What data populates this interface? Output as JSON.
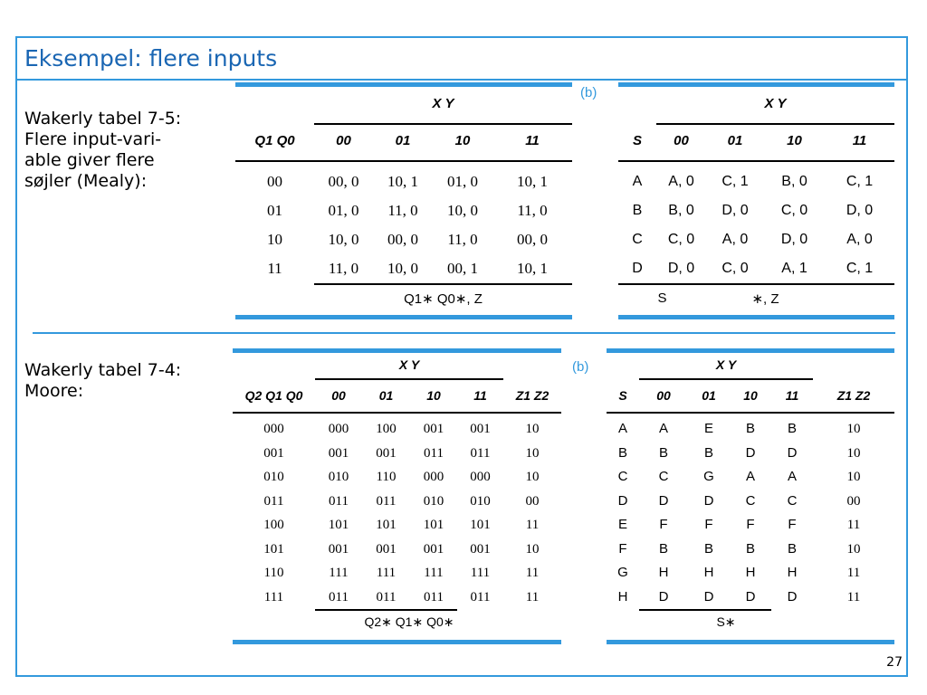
{
  "slide": {
    "title": "Eksempel: flere inputs",
    "page_number": "27",
    "b_label": "(b)"
  },
  "caption1": [
    "Wakerly tabel 7-5:",
    "Flere input-vari-",
    "able giver flere",
    "søjler (Mealy):"
  ],
  "caption2": [
    "Wakerly tabel 7-4:",
    "Moore:"
  ],
  "t1": {
    "group": "X Y",
    "headers": [
      "Q1 Q0",
      "00",
      "01",
      "10",
      "11"
    ],
    "rows": [
      [
        "00",
        "00, 0",
        "10, 1",
        "01, 0",
        "10, 1"
      ],
      [
        "01",
        "01, 0",
        "11, 0",
        "10, 0",
        "11, 0"
      ],
      [
        "10",
        "10, 0",
        "00, 0",
        "11, 0",
        "00, 0"
      ],
      [
        "11",
        "11, 0",
        "10, 0",
        "00, 1",
        "10, 1"
      ]
    ],
    "footer": "Q1∗ Q0∗, Z"
  },
  "t2": {
    "group": "X Y",
    "headers": [
      "S",
      "00",
      "01",
      "10",
      "11"
    ],
    "rows": [
      [
        "A",
        "A, 0",
        "C, 1",
        "B, 0",
        "C, 1"
      ],
      [
        "B",
        "B, 0",
        "D, 0",
        "C, 0",
        "D, 0"
      ],
      [
        "C",
        "C, 0",
        "A, 0",
        "D, 0",
        "A, 0"
      ],
      [
        "D",
        "D, 0",
        "C, 0",
        "A, 1",
        "C, 1"
      ]
    ],
    "footer_s": "S",
    "footer": "∗, Z"
  },
  "t3": {
    "group": "X Y",
    "headers": [
      "Q2 Q1 Q0",
      "00",
      "01",
      "10",
      "11",
      "Z1 Z2"
    ],
    "rows": [
      [
        "000",
        "000",
        "100",
        "001",
        "001",
        "10"
      ],
      [
        "001",
        "001",
        "001",
        "011",
        "011",
        "10"
      ],
      [
        "010",
        "010",
        "110",
        "000",
        "000",
        "10"
      ],
      [
        "011",
        "011",
        "011",
        "010",
        "010",
        "00"
      ],
      [
        "100",
        "101",
        "101",
        "101",
        "101",
        "11"
      ],
      [
        "101",
        "001",
        "001",
        "001",
        "001",
        "10"
      ],
      [
        "110",
        "111",
        "111",
        "111",
        "111",
        "11"
      ],
      [
        "111",
        "011",
        "011",
        "011",
        "011",
        "11"
      ]
    ],
    "footer": "Q2∗ Q1∗ Q0∗"
  },
  "t4": {
    "group": "X Y",
    "headers": [
      "S",
      "00",
      "01",
      "10",
      "11",
      "Z1 Z2"
    ],
    "rows": [
      [
        "A",
        "A",
        "E",
        "B",
        "B",
        "10"
      ],
      [
        "B",
        "B",
        "B",
        "D",
        "D",
        "10"
      ],
      [
        "C",
        "C",
        "G",
        "A",
        "A",
        "10"
      ],
      [
        "D",
        "D",
        "D",
        "C",
        "C",
        "00"
      ],
      [
        "E",
        "F",
        "F",
        "F",
        "F",
        "11"
      ],
      [
        "F",
        "B",
        "B",
        "B",
        "B",
        "10"
      ],
      [
        "G",
        "H",
        "H",
        "H",
        "H",
        "11"
      ],
      [
        "H",
        "D",
        "D",
        "D",
        "D",
        "11"
      ]
    ],
    "footer": "S∗"
  }
}
